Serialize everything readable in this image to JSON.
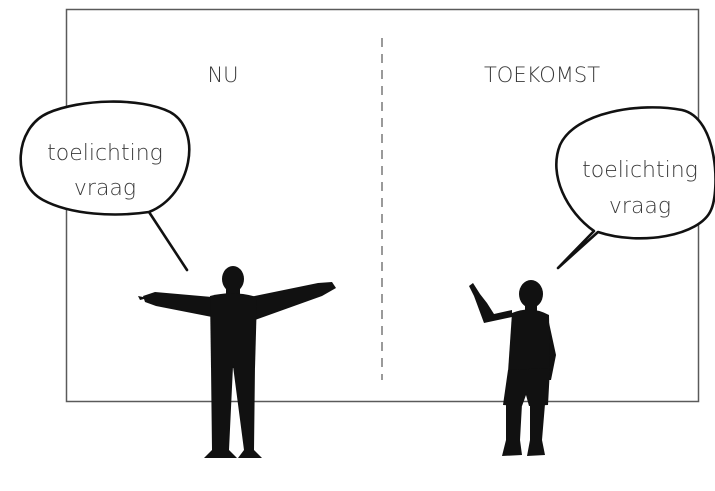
{
  "board": {
    "left_label": "NU",
    "right_label": "TOEKOMST"
  },
  "bubbles": [
    {
      "line1": "toelichting",
      "line2": "vraag"
    },
    {
      "line1": "toelichting",
      "line2": "vraag"
    }
  ],
  "colors": {
    "frame": "#5a5a5a",
    "divider": "#9a9a9a",
    "silhouette": "#111111",
    "text": "#3a3a3a",
    "bubble_fill": "#ffffff",
    "bubble_stroke": "#111111"
  },
  "icons": [
    "person-arms-outstretched-icon",
    "person-pointing-up-icon"
  ]
}
